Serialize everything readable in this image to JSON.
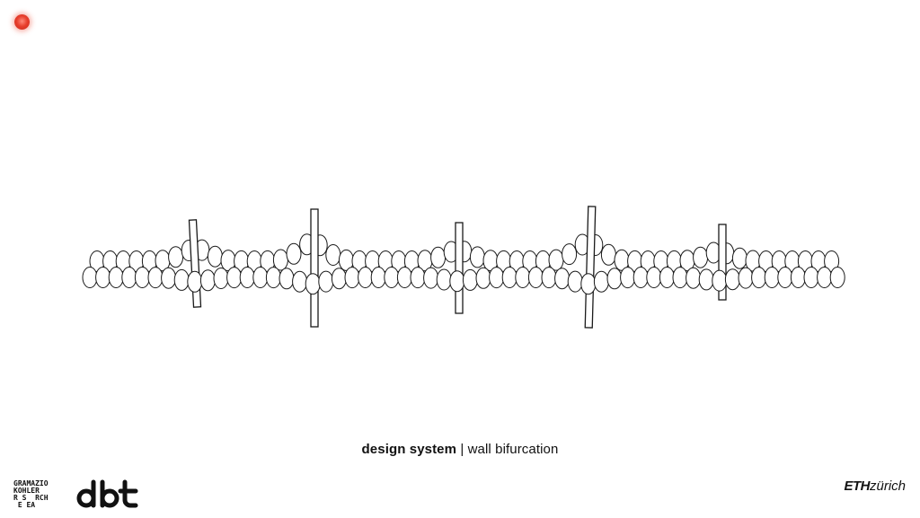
{
  "status": {
    "record_indicator_color": "#e8402e"
  },
  "caption": {
    "title": "design system",
    "separator": "|",
    "subtitle": "wall bifurcation"
  },
  "logos": {
    "gkr_lines": [
      "GRAMAZIO",
      "KOHLER",
      "R S  RCH",
      " E EA"
    ],
    "dbt": "dbt",
    "eth": "ETH",
    "zurich": "zürich"
  },
  "diagram": {
    "description_icon": "wall-bifurcation-drawing",
    "stroke_color": "#1a1a1a",
    "post_count": 5
  }
}
